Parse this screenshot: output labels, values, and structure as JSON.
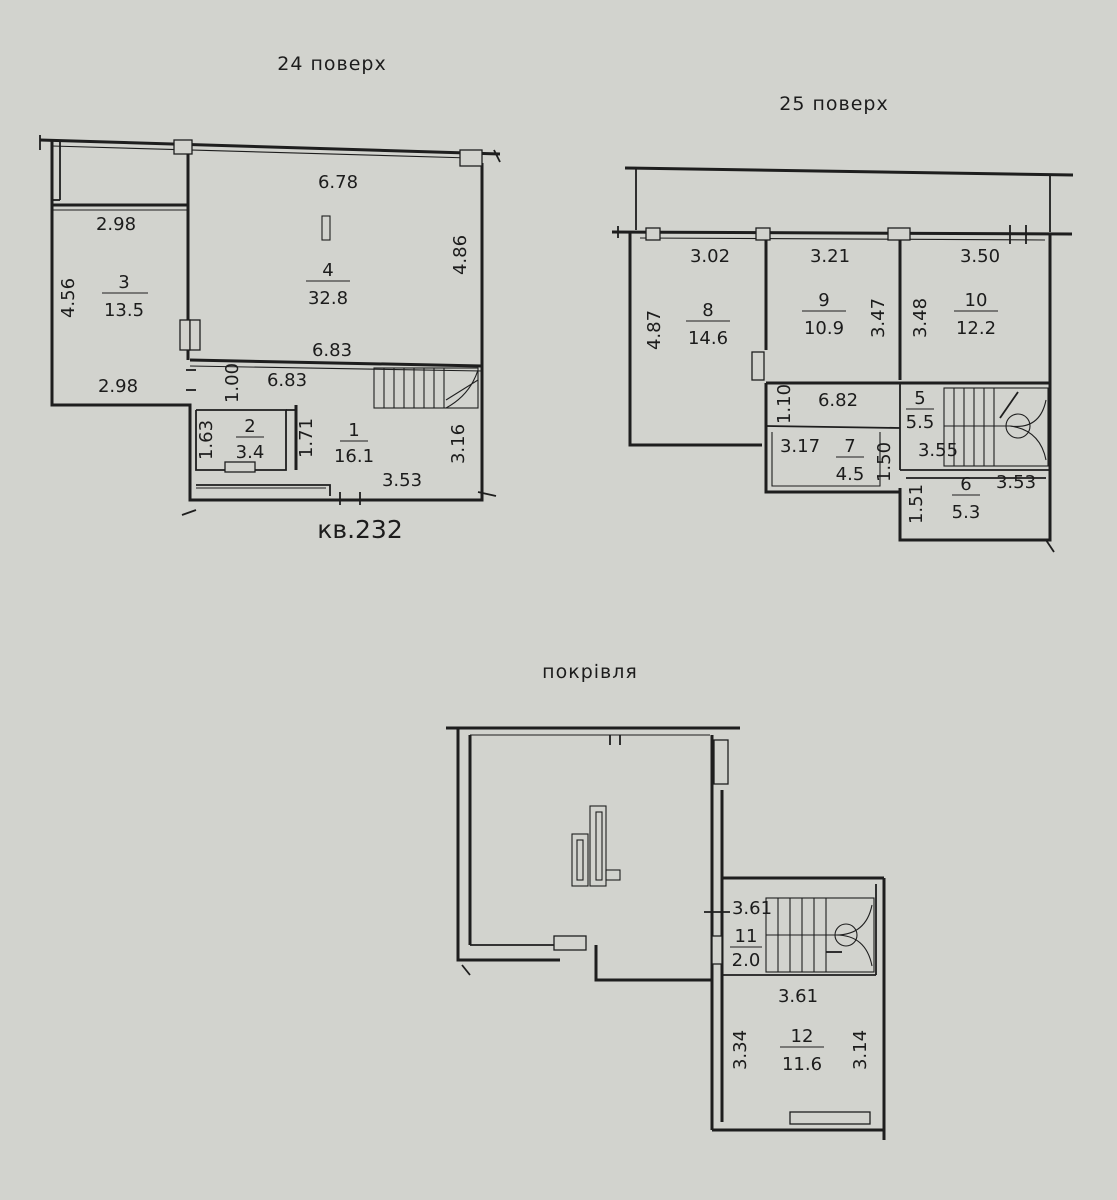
{
  "floors": {
    "f24": {
      "title": "24 поверх",
      "apartment": "кв.232",
      "dims": {
        "d1": "6.78",
        "d2": "4.86",
        "d3": "2.98",
        "d4": "4.56",
        "d5": "2.98",
        "d6": "6.83",
        "d7": "6.83",
        "d8": "1.00",
        "d9": "1.63",
        "d10": "1.71",
        "d11": "3.16",
        "d12": "3.53"
      },
      "rooms": [
        {
          "num": "1",
          "area": "16.1"
        },
        {
          "num": "2",
          "area": "3.4"
        },
        {
          "num": "3",
          "area": "13.5"
        },
        {
          "num": "4",
          "area": "32.8"
        }
      ]
    },
    "f25": {
      "title": "25 поверх",
      "dims": {
        "d1": "3.02",
        "d2": "3.21",
        "d3": "3.50",
        "d4": "4.87",
        "d5": "3.47",
        "d6": "3.48",
        "d7": "6.82",
        "d8": "1.10",
        "d9": "3.17",
        "d10": "1.50",
        "d11": "3.55",
        "d12": "1.51",
        "d13": "3.53"
      },
      "rooms": [
        {
          "num": "5",
          "area": "5.5"
        },
        {
          "num": "6",
          "area": "5.3"
        },
        {
          "num": "7",
          "area": "4.5"
        },
        {
          "num": "8",
          "area": "14.6"
        },
        {
          "num": "9",
          "area": "10.9"
        },
        {
          "num": "10",
          "area": "12.2"
        }
      ]
    },
    "roof": {
      "title": "покрівля",
      "dims": {
        "d1": "3.61",
        "d2": "3.61",
        "d3": "3.34",
        "d4": "3.14"
      },
      "rooms": [
        {
          "num": "11",
          "area": "2.0"
        },
        {
          "num": "12",
          "area": "11.6"
        }
      ]
    }
  }
}
